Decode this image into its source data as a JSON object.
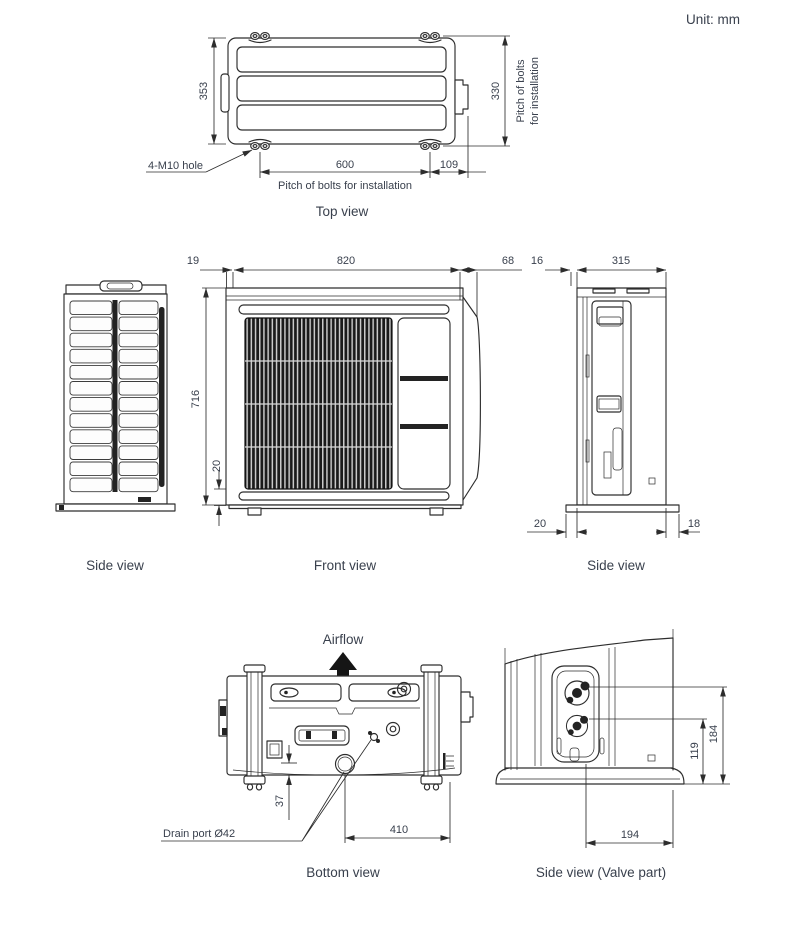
{
  "unit_note": "Unit: mm",
  "top_view": {
    "caption": "Top view",
    "dim_depth": "353",
    "dim_bolt_pitch_depth": "330",
    "bolt_pitch_depth_note_line1": "Pitch of bolts",
    "bolt_pitch_depth_note_line2": "for installation",
    "dim_bolt_pitch_width": "600",
    "dim_bolt_offset_right": "109",
    "bolt_pitch_width_note": "Pitch of bolts for installation",
    "hole_label": "4-M10 hole"
  },
  "side_view_left": {
    "caption": "Side view"
  },
  "front_view": {
    "caption": "Front view",
    "dim_overhang_left": "19",
    "dim_width": "820",
    "dim_overhang_right": "68",
    "dim_height": "716",
    "dim_base_gap": "20"
  },
  "side_view_right": {
    "caption": "Side view",
    "dim_overhang_front": "16",
    "dim_depth": "315",
    "dim_foot_front": "20",
    "dim_foot_rear": "18"
  },
  "bottom_view": {
    "caption": "Bottom view",
    "airflow_label": "Airflow",
    "dim_drain_offset_y": "37",
    "dim_drain_offset_x": "410",
    "drain_label": "Drain port Ø42"
  },
  "valve_view": {
    "caption": "Side view (Valve part)",
    "dim_valve_lower_height": "119",
    "dim_valve_upper_height": "184",
    "dim_valve_offset": "194"
  }
}
